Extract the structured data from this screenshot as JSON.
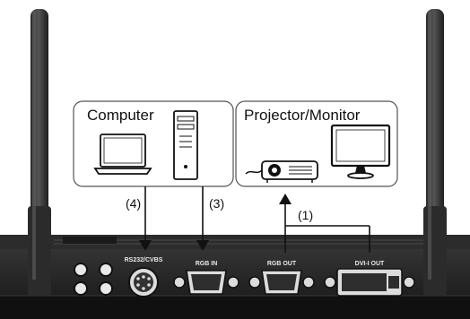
{
  "diagram": {
    "computer_box": {
      "label": "Computer"
    },
    "projector_box": {
      "label": "Projector/Monitor"
    },
    "arrows": {
      "a1": "(1)",
      "a3": "(3)",
      "a4": "(4)"
    },
    "ports": {
      "rs232": "RS232/CVBS",
      "rgb_in": "RGB IN",
      "rgb_out": "RGB OUT",
      "dvi_out": "DVI-I OUT"
    }
  }
}
